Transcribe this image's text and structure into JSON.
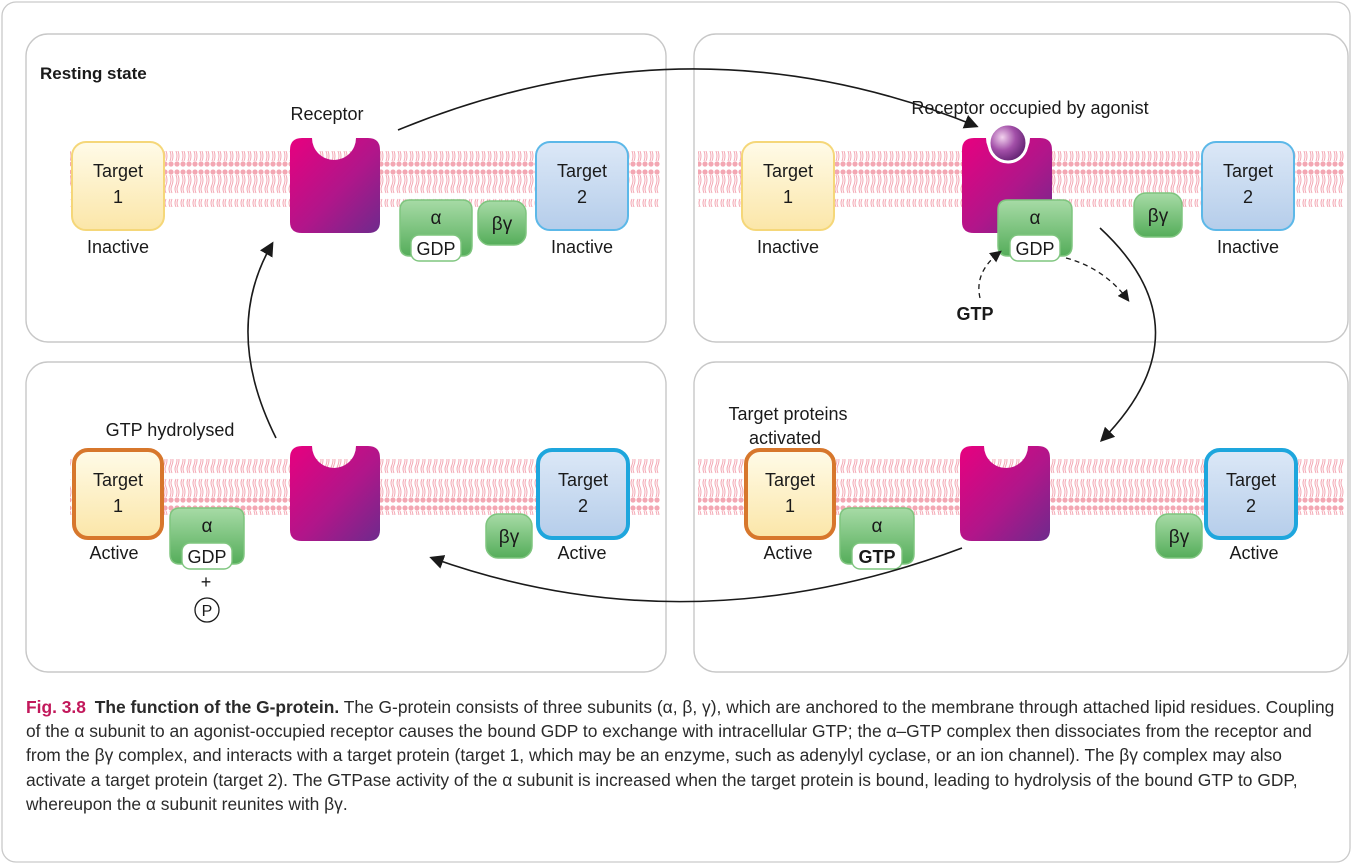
{
  "panels": [
    {
      "title": "Resting state",
      "receptor_label": "Receptor",
      "target1": {
        "name": "Target",
        "number": "1",
        "state": "Inactive"
      },
      "target2": {
        "name": "Target",
        "number": "2",
        "state": "Inactive"
      },
      "alpha": "α",
      "alpha_nucleotide": "GDP",
      "betagamma": "βγ"
    },
    {
      "receptor_label": "Receptor occupied by agonist",
      "target1": {
        "name": "Target",
        "number": "1",
        "state": "Inactive"
      },
      "target2": {
        "name": "Target",
        "number": "2",
        "state": "Inactive"
      },
      "alpha": "α",
      "alpha_nucleotide": "GDP",
      "betagamma": "βγ",
      "incoming": "GTP"
    },
    {
      "annotation_line1": "Target proteins",
      "annotation_line2": "activated",
      "target1": {
        "name": "Target",
        "number": "1",
        "state": "Active"
      },
      "target2": {
        "name": "Target",
        "number": "2",
        "state": "Active"
      },
      "alpha": "α",
      "alpha_nucleotide": "GTP",
      "betagamma": "βγ"
    },
    {
      "annotation": "GTP hydrolysed",
      "target1": {
        "name": "Target",
        "number": "1",
        "state": "Active"
      },
      "target2": {
        "name": "Target",
        "number": "2",
        "state": "Active"
      },
      "alpha": "α",
      "alpha_nucleotide": "GDP",
      "plus": "+",
      "phosphate": "P",
      "betagamma": "βγ"
    }
  ],
  "caption": {
    "number": "Fig. 3.8",
    "title": "The function of the G-protein.",
    "text": "The G-protein consists of three subunits (α, β, γ), which are anchored to the membrane through attached lipid residues. Coupling of the α subunit to an agonist-occupied receptor causes the bound GDP to exchange with intracellular GTP; the α–GTP complex then dissociates from the receptor and from the βγ complex, and interacts with a target protein (target 1, which may be an enzyme, such as adenylyl cyclase, or an ion channel). The βγ complex may also activate a target protein (target 2). The GTPase activity of the α subunit is increased when the target protein is bound, leading to hydrolysis of the bound GTP to GDP, whereupon the α subunit reunites with βγ."
  },
  "colors": {
    "membrane": "#f3a7b3",
    "receptor": "#a0237f",
    "receptor_accent": "#e4007c",
    "target_inactive_1": "#fdf0c2",
    "target_inactive_2": "#c2d7f0",
    "target_active_1_border": "#d7772c",
    "target_active_2_border": "#1ea6dd",
    "gprotein": "#6cbf6c",
    "caption_accent": "#c2185b"
  }
}
